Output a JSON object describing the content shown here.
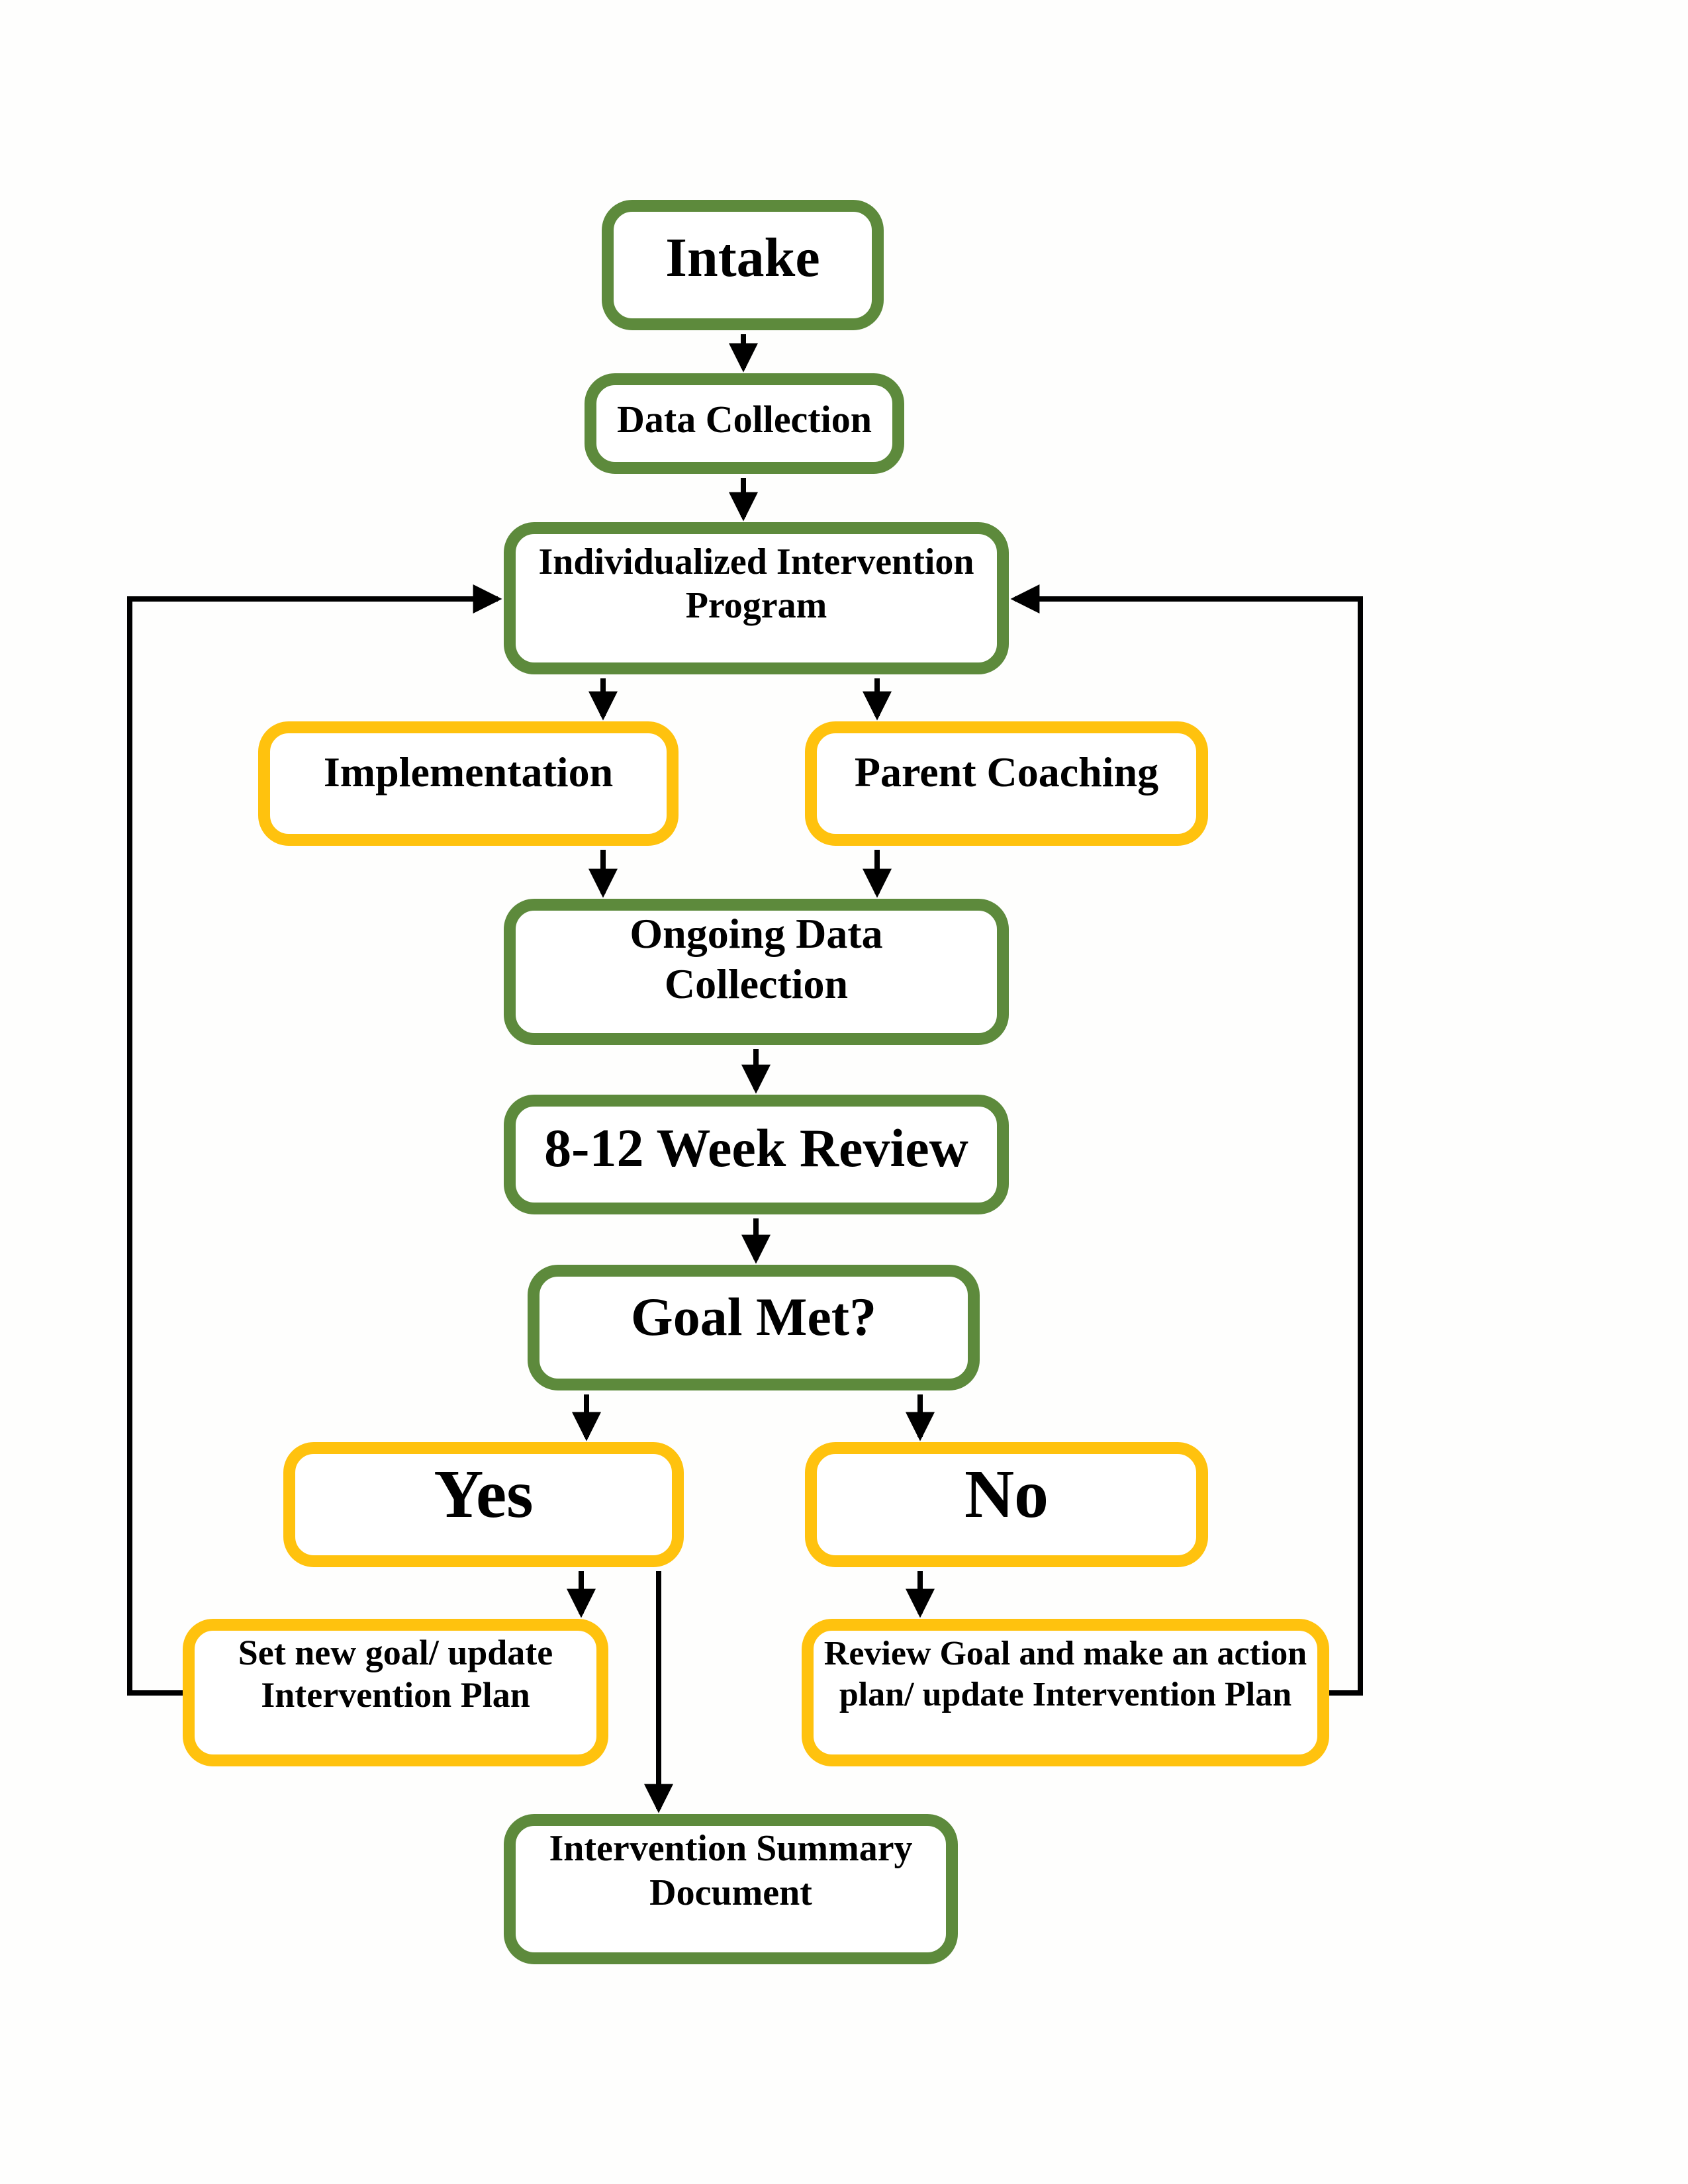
{
  "diagram": {
    "type": "flowchart",
    "colors": {
      "green_border": "#5d8a3c",
      "yellow_border": "#ffc20e",
      "line": "#000000",
      "background": "#fefefd",
      "text": "#000000"
    },
    "nodes": [
      {
        "id": "intake",
        "label": "Intake",
        "color": "green"
      },
      {
        "id": "data-collection",
        "label": "Data Collection",
        "color": "green"
      },
      {
        "id": "individualized-intervention-program",
        "label": "Individualized Intervention\nProgram",
        "color": "green"
      },
      {
        "id": "implementation",
        "label": "Implementation",
        "color": "yellow"
      },
      {
        "id": "parent-coaching",
        "label": "Parent Coaching",
        "color": "yellow"
      },
      {
        "id": "ongoing-data-collection",
        "label": "Ongoing Data\nCollection",
        "color": "green"
      },
      {
        "id": "8-12-week-review",
        "label": "8-12 Week Review",
        "color": "green"
      },
      {
        "id": "goal-met",
        "label": "Goal Met?",
        "color": "green"
      },
      {
        "id": "yes",
        "label": "Yes",
        "color": "yellow"
      },
      {
        "id": "no",
        "label": "No",
        "color": "yellow"
      },
      {
        "id": "set-new-goal-update-intervention-plan",
        "label": "Set new goal/ update\nIntervention Plan",
        "color": "yellow"
      },
      {
        "id": "review-goal-action-plan",
        "label": "Review Goal and make an action\nplan/ update Intervention Plan",
        "color": "yellow"
      },
      {
        "id": "intervention-summary-document",
        "label": "Intervention Summary\nDocument",
        "color": "green"
      }
    ],
    "edges": [
      {
        "from": "intake",
        "to": "data-collection"
      },
      {
        "from": "data-collection",
        "to": "individualized-intervention-program"
      },
      {
        "from": "individualized-intervention-program",
        "to": "implementation"
      },
      {
        "from": "individualized-intervention-program",
        "to": "parent-coaching"
      },
      {
        "from": "implementation",
        "to": "ongoing-data-collection"
      },
      {
        "from": "parent-coaching",
        "to": "ongoing-data-collection"
      },
      {
        "from": "ongoing-data-collection",
        "to": "8-12-week-review"
      },
      {
        "from": "8-12-week-review",
        "to": "goal-met"
      },
      {
        "from": "goal-met",
        "to": "yes"
      },
      {
        "from": "goal-met",
        "to": "no"
      },
      {
        "from": "yes",
        "to": "set-new-goal-update-intervention-plan"
      },
      {
        "from": "yes",
        "to": "intervention-summary-document"
      },
      {
        "from": "no",
        "to": "review-goal-action-plan"
      },
      {
        "from": "set-new-goal-update-intervention-plan",
        "to": "individualized-intervention-program",
        "kind": "feedback-left"
      },
      {
        "from": "review-goal-action-plan",
        "to": "individualized-intervention-program",
        "kind": "feedback-right"
      }
    ]
  }
}
